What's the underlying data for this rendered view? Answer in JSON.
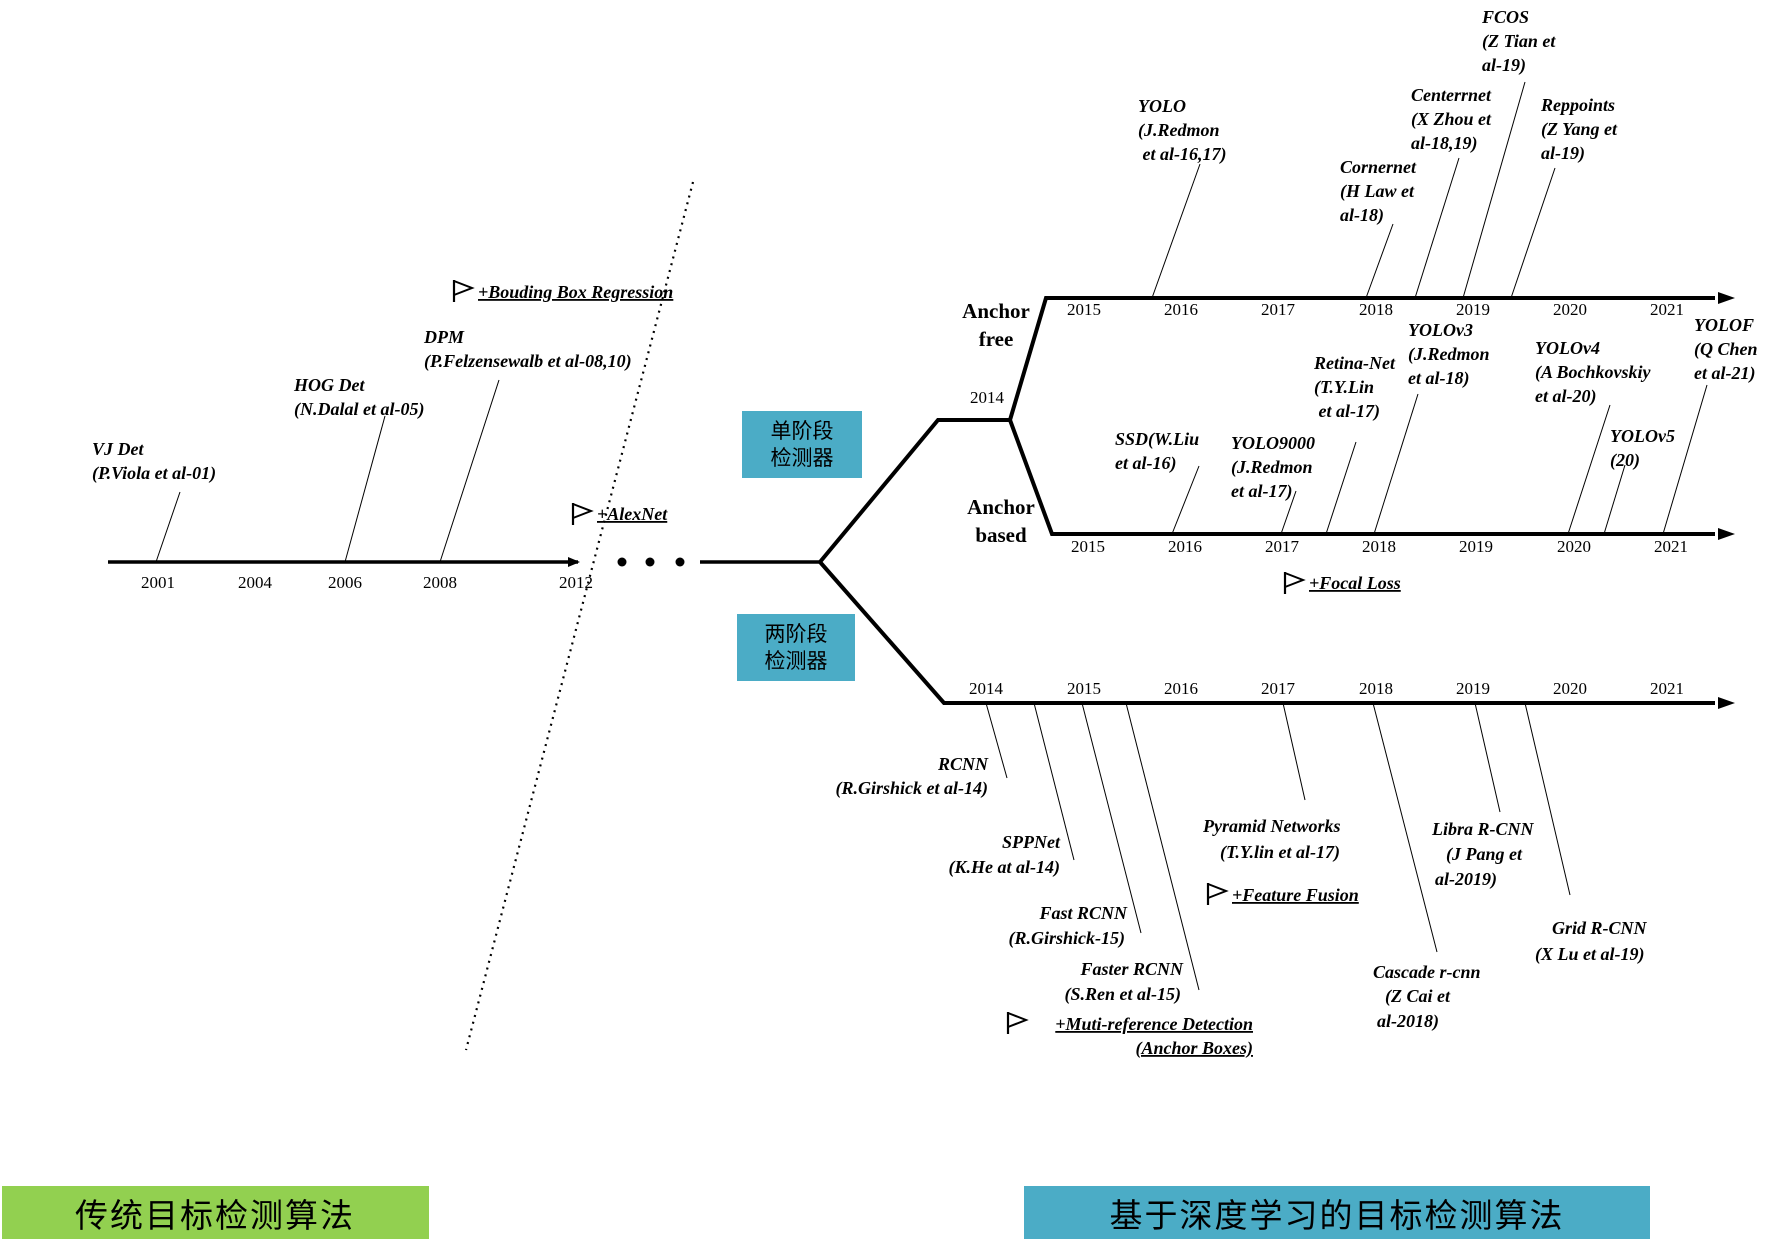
{
  "colors": {
    "stage_box": "#4bacc6",
    "traditional_box": "#92d050",
    "deep_box": "#4bacc6",
    "line": "#000000"
  },
  "traditional": {
    "years": [
      "2001",
      "2004",
      "2006",
      "2008",
      "2012"
    ],
    "methods": [
      {
        "name": "VJ Det",
        "author": "(P.Viola et al-01)"
      },
      {
        "name": "HOG Det",
        "author": "(N.Dalal et al-05)"
      },
      {
        "name": "DPM",
        "author": "(P.Felzensewalb et al-08,10)"
      }
    ],
    "milestones": [
      "+Bouding Box Regression",
      "+AlexNet"
    ]
  },
  "stages": {
    "single": [
      "单阶段",
      "检测器"
    ],
    "two": [
      "两阶段",
      "检测器"
    ]
  },
  "anchor_free": {
    "label": [
      "Anchor",
      "free"
    ],
    "branch_year": "2014",
    "years": [
      "2015",
      "2016",
      "2017",
      "2018",
      "2019",
      "2020",
      "2021"
    ],
    "methods": [
      {
        "lines": [
          "YOLO",
          "(J.Redmon",
          " et al-16,17)"
        ]
      },
      {
        "lines": [
          "Cornernet",
          "(H Law et",
          "al-18)"
        ]
      },
      {
        "lines": [
          "Centerrnet",
          "(X Zhou et",
          "al-18,19)"
        ]
      },
      {
        "lines": [
          "FCOS",
          "(Z Tian et",
          "al-19)"
        ]
      },
      {
        "lines": [
          "Reppoints",
          "(Z Yang et",
          "al-19)"
        ]
      }
    ]
  },
  "anchor_based": {
    "label": [
      "Anchor",
      "based"
    ],
    "years": [
      "2015",
      "2016",
      "2017",
      "2018",
      "2019",
      "2020",
      "2021"
    ],
    "methods": [
      {
        "lines": [
          "SSD(W.Liu",
          "et al-16)"
        ]
      },
      {
        "lines": [
          "YOLO9000",
          "(J.Redmon",
          "et al-17)"
        ]
      },
      {
        "lines": [
          "Retina-Net",
          "(T.Y.Lin",
          " et al-17)"
        ]
      },
      {
        "lines": [
          "YOLOv3",
          "(J.Redmon",
          "et al-18)"
        ]
      },
      {
        "lines": [
          "YOLOv4",
          "(A Bochkovskiy",
          "et al-20)"
        ]
      },
      {
        "lines": [
          "YOLOv5",
          "(20)"
        ]
      },
      {
        "lines": [
          "YOLOF",
          "(Q Chen",
          "et al-21)"
        ]
      }
    ],
    "milestone": "+Focal Loss"
  },
  "two_stage": {
    "years": [
      "2014",
      "2015",
      "2016",
      "2017",
      "2018",
      "2019",
      "2020",
      "2021"
    ],
    "methods": [
      {
        "lines": [
          "RCNN",
          "(R.Girshick et al-14)"
        ]
      },
      {
        "lines": [
          "SPPNet",
          "(K.He at al-14)"
        ]
      },
      {
        "lines": [
          "Fast RCNN",
          "(R.Girshick-15)"
        ]
      },
      {
        "lines": [
          "Faster RCNN",
          "(S.Ren et al-15)"
        ]
      },
      {
        "lines": [
          "Pyramid Networks",
          "(T.Y.lin et al-17)"
        ]
      },
      {
        "lines": [
          "Cascade r-cnn",
          "(Z Cai et",
          "al-2018)"
        ]
      },
      {
        "lines": [
          "Libra R-CNN",
          "(J Pang et",
          "al-2019)"
        ]
      },
      {
        "lines": [
          "Grid R-CNN",
          "(X Lu et al-19)"
        ]
      }
    ],
    "milestones": [
      [
        "+Muti-reference Detection",
        "(Anchor Boxes)"
      ],
      [
        "+Feature Fusion"
      ]
    ]
  },
  "footer": {
    "traditional": "传统目标检测算法",
    "deep": "基于深度学习的目标检测算法"
  }
}
